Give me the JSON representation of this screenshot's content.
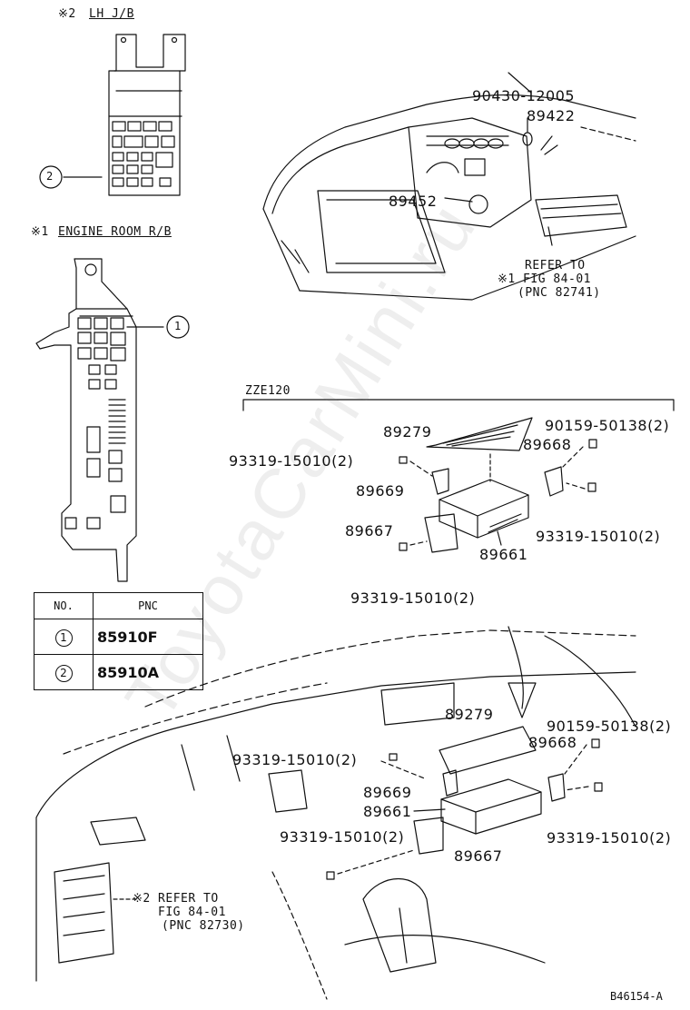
{
  "labels": {
    "lh_jb_mark": "※2",
    "lh_jb": "LH J/B",
    "engine_room_mark": "※1",
    "engine_room": "ENGINE ROOM R/B",
    "zze": "ZZE120",
    "refer1_line1": "REFER TO",
    "refer1_line2": "※1 FIG 84-01",
    "refer1_line3": "(PNC 82741)",
    "refer2_line1": "※2 REFER TO",
    "refer2_line2": "FIG 84-01",
    "refer2_line3": "(PNC 82730)",
    "figure_id": "B46154-A"
  },
  "callouts": {
    "c1": "1",
    "c2": "2"
  },
  "engine_parts": {
    "p90430": "90430-12005",
    "p89422": "89422",
    "p89452": "89452"
  },
  "zze_parts": {
    "p89279": "89279",
    "p90159": "90159-50138(2)",
    "p93319_a": "93319-15010(2)",
    "p89668": "89668",
    "p89669": "89669",
    "p89667": "89667",
    "p93319_b": "93319-15010(2)",
    "p89661": "89661",
    "p93319_c": "93319-15010(2)"
  },
  "dash_parts": {
    "p89279": "89279",
    "p90159": "90159-50138(2)",
    "p93319_a": "93319-15010(2)",
    "p89668": "89668",
    "p89669": "89669",
    "p89661": "89661",
    "p93319_b": "93319-15010(2)",
    "p93319_c": "93319-15010(2)",
    "p89667": "89667"
  },
  "pnc_table": {
    "header": [
      "NO.",
      "PNC"
    ],
    "rows": [
      {
        "no": "1",
        "pnc": "85910F"
      },
      {
        "no": "2",
        "pnc": "85910A"
      }
    ]
  },
  "watermark": "ToyotaCarMini.ru"
}
